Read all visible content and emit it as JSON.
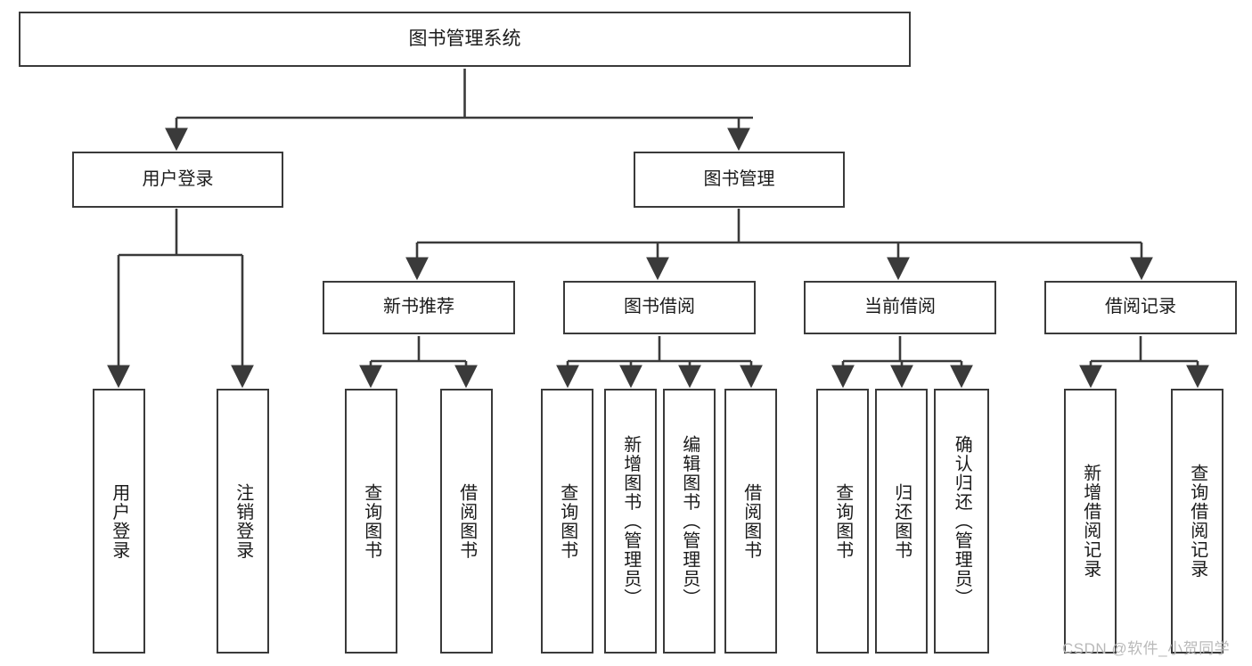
{
  "diagram": {
    "title": "图书管理系统",
    "type": "功能结构图",
    "stroke_color": "#3a3a3a",
    "text_color": "#1b1b1b",
    "background": "#ffffff"
  },
  "nodes": {
    "root": {
      "label": "图书管理系统"
    },
    "level2": [
      {
        "id": "user-login",
        "label": "用户登录"
      },
      {
        "id": "book-management",
        "label": "图书管理"
      }
    ],
    "level3": [
      {
        "id": "new-book-recommend",
        "label": "新书推荐"
      },
      {
        "id": "book-borrow",
        "label": "图书借阅"
      },
      {
        "id": "current-borrow",
        "label": "当前借阅"
      },
      {
        "id": "borrow-record",
        "label": "借阅记录"
      }
    ],
    "leaves": {
      "user_login": [
        {
          "id": "leaf-user-login",
          "label": "用户登录"
        },
        {
          "id": "leaf-logout",
          "label": "注销登录"
        }
      ],
      "new_book_recommend": [
        {
          "id": "leaf-query-book-1",
          "label": "查询图书"
        },
        {
          "id": "leaf-borrow-book-1",
          "label": "借阅图书"
        }
      ],
      "book_borrow": [
        {
          "id": "leaf-query-book-2",
          "label": "查询图书"
        },
        {
          "id": "leaf-add-book",
          "label": "新增图书（管理员）"
        },
        {
          "id": "leaf-edit-book",
          "label": "编辑图书（管理员）"
        },
        {
          "id": "leaf-borrow-book-2",
          "label": "借阅图书"
        }
      ],
      "current_borrow": [
        {
          "id": "leaf-query-book-3",
          "label": "查询图书"
        },
        {
          "id": "leaf-return-book",
          "label": "归还图书"
        },
        {
          "id": "leaf-confirm-return",
          "label": "确认归还（管理员）"
        }
      ],
      "borrow_record": [
        {
          "id": "leaf-add-record",
          "label": "新增借阅记录"
        },
        {
          "id": "leaf-query-record",
          "label": "查询借阅记录"
        }
      ]
    }
  },
  "watermark": {
    "text": "CSDN @软件_小贺同学",
    "color": "#b9b9b9"
  }
}
